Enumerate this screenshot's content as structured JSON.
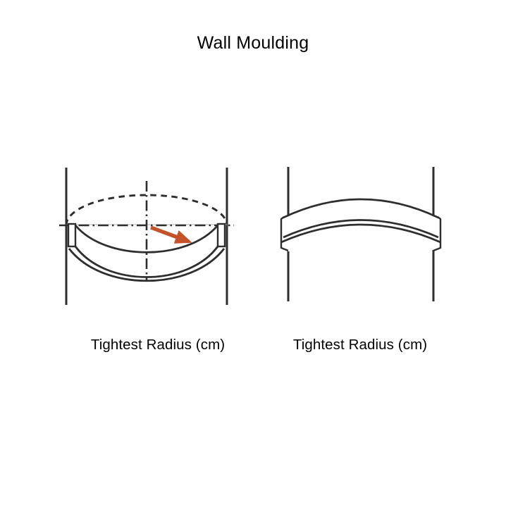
{
  "title": "Wall Moulding",
  "figures": {
    "left": {
      "name": "concave-moulding-with-radius-construction",
      "caption": "Tightest Radius (cm)"
    },
    "right": {
      "name": "convex-moulding",
      "caption": "Tightest Radius (cm)"
    }
  },
  "colors": {
    "line": "#2e2e2e",
    "arrow": "#c65229",
    "axis": "#b3b3b3",
    "text": "#000000",
    "background": "#ffffff"
  }
}
